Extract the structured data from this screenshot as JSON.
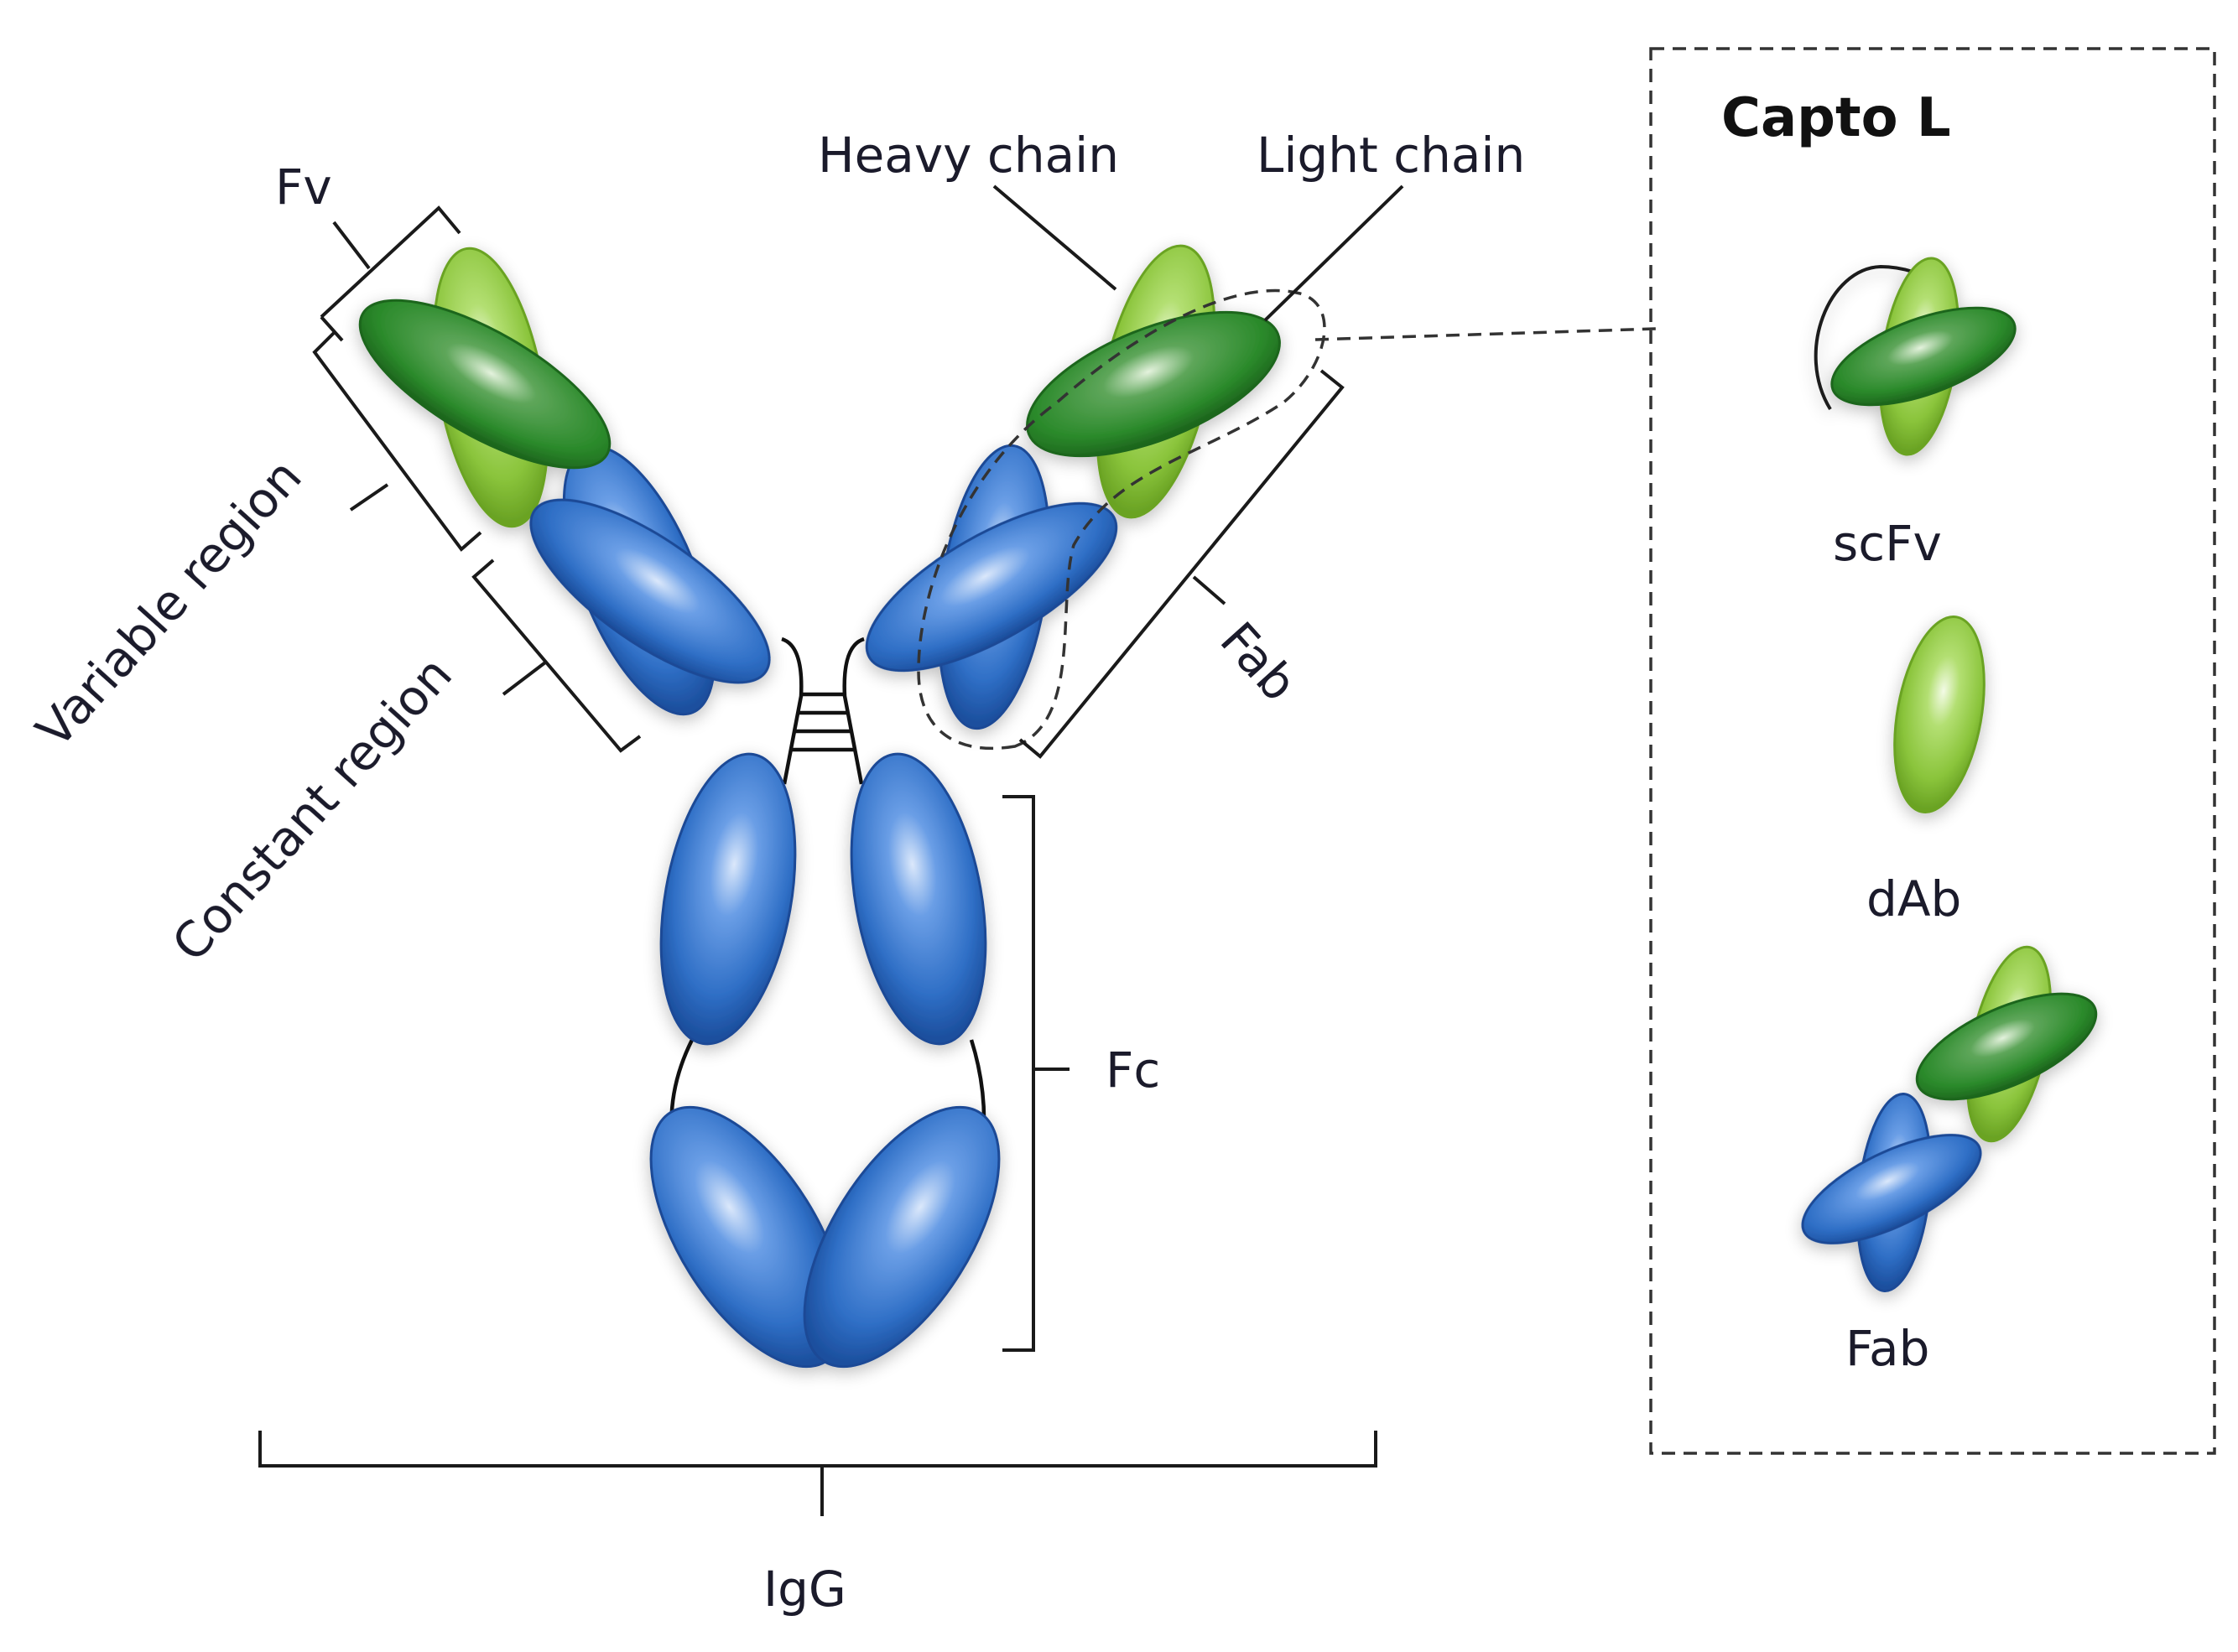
{
  "labels": {
    "fv": "Fv",
    "variable_region": "Variable region",
    "constant_region": "Constant region",
    "heavy_chain": "Heavy chain",
    "light_chain": "Light chain",
    "fab": "Fab",
    "fc": "Fc",
    "igg": "IgG"
  },
  "panel": {
    "title": "Capto L",
    "items": [
      {
        "label": "scFv"
      },
      {
        "label": "dAb"
      },
      {
        "label": "Fab"
      }
    ]
  },
  "colors": {
    "heavy_chain_constant": "#2e6fc4",
    "heavy_chain_variable": "#2d8a2d",
    "light_chain": "#8cc63f",
    "outline": "#1a1a1a"
  }
}
